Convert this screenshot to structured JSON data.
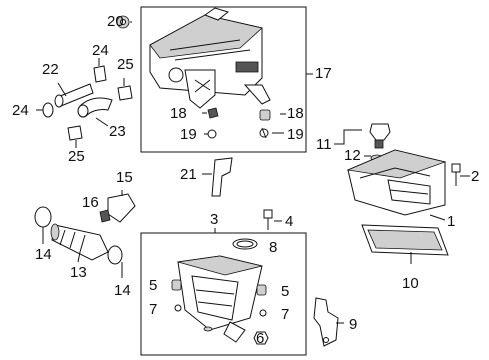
{
  "callouts": {
    "n1": "1",
    "n2": "2",
    "n3": "3",
    "n4": "4",
    "n5a": "5",
    "n5b": "5",
    "n6": "6",
    "n7a": "7",
    "n7b": "7",
    "n8": "8",
    "n9": "9",
    "n10": "10",
    "n11": "11",
    "n12": "12",
    "n13": "13",
    "n14a": "14",
    "n14b": "14",
    "n15": "15",
    "n16": "16",
    "n17": "17",
    "n18a": "18",
    "n18b": "18",
    "n19a": "19",
    "n19b": "19",
    "n20": "20",
    "n21": "21",
    "n22": "22",
    "n23": "23",
    "n24a": "24",
    "n24b": "24",
    "n25a": "25",
    "n25b": "25"
  }
}
